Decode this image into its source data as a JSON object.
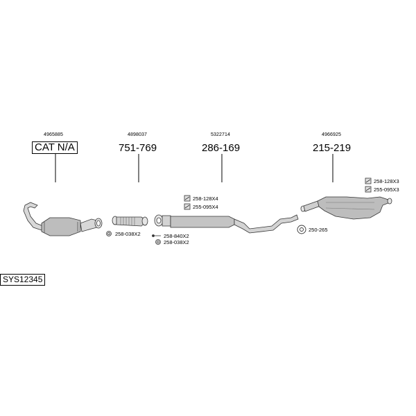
{
  "groups": [
    {
      "oe": "4965885",
      "part": "CAT N/A"
    },
    {
      "oe": "4898037",
      "part": "751-769"
    },
    {
      "oe": "5322714",
      "part": "286-169"
    },
    {
      "oe": "4966925",
      "part": "215-219"
    }
  ],
  "accessories": {
    "a1": "258-038X2",
    "a2": "258-840X2",
    "a3": "258-038X2",
    "a4": "258-128X4",
    "a5": "255-095X4",
    "a6": "258-128X3",
    "a7": "255-095X3",
    "a8": "250-265"
  },
  "system_id": "SYS12345"
}
